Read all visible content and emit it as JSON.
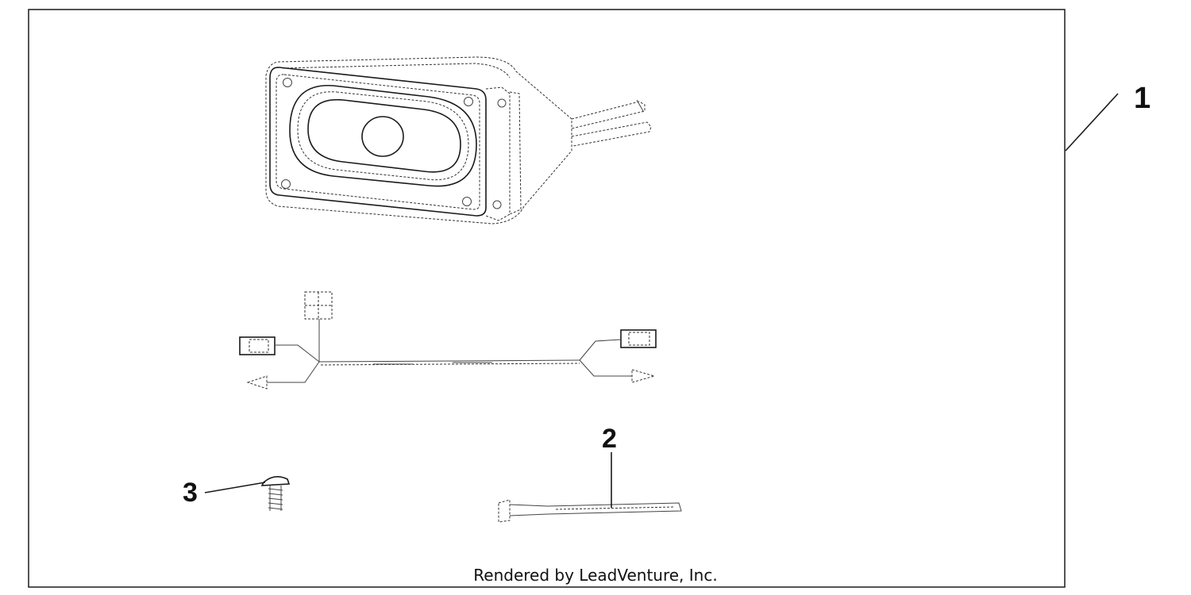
{
  "parts": {
    "callout_1": "1",
    "callout_2": "2",
    "callout_3": "3"
  },
  "footer": {
    "credit": "Rendered by LeadVenture, Inc."
  },
  "colors": {
    "line": "#1a1a1a",
    "background": "#ffffff"
  }
}
